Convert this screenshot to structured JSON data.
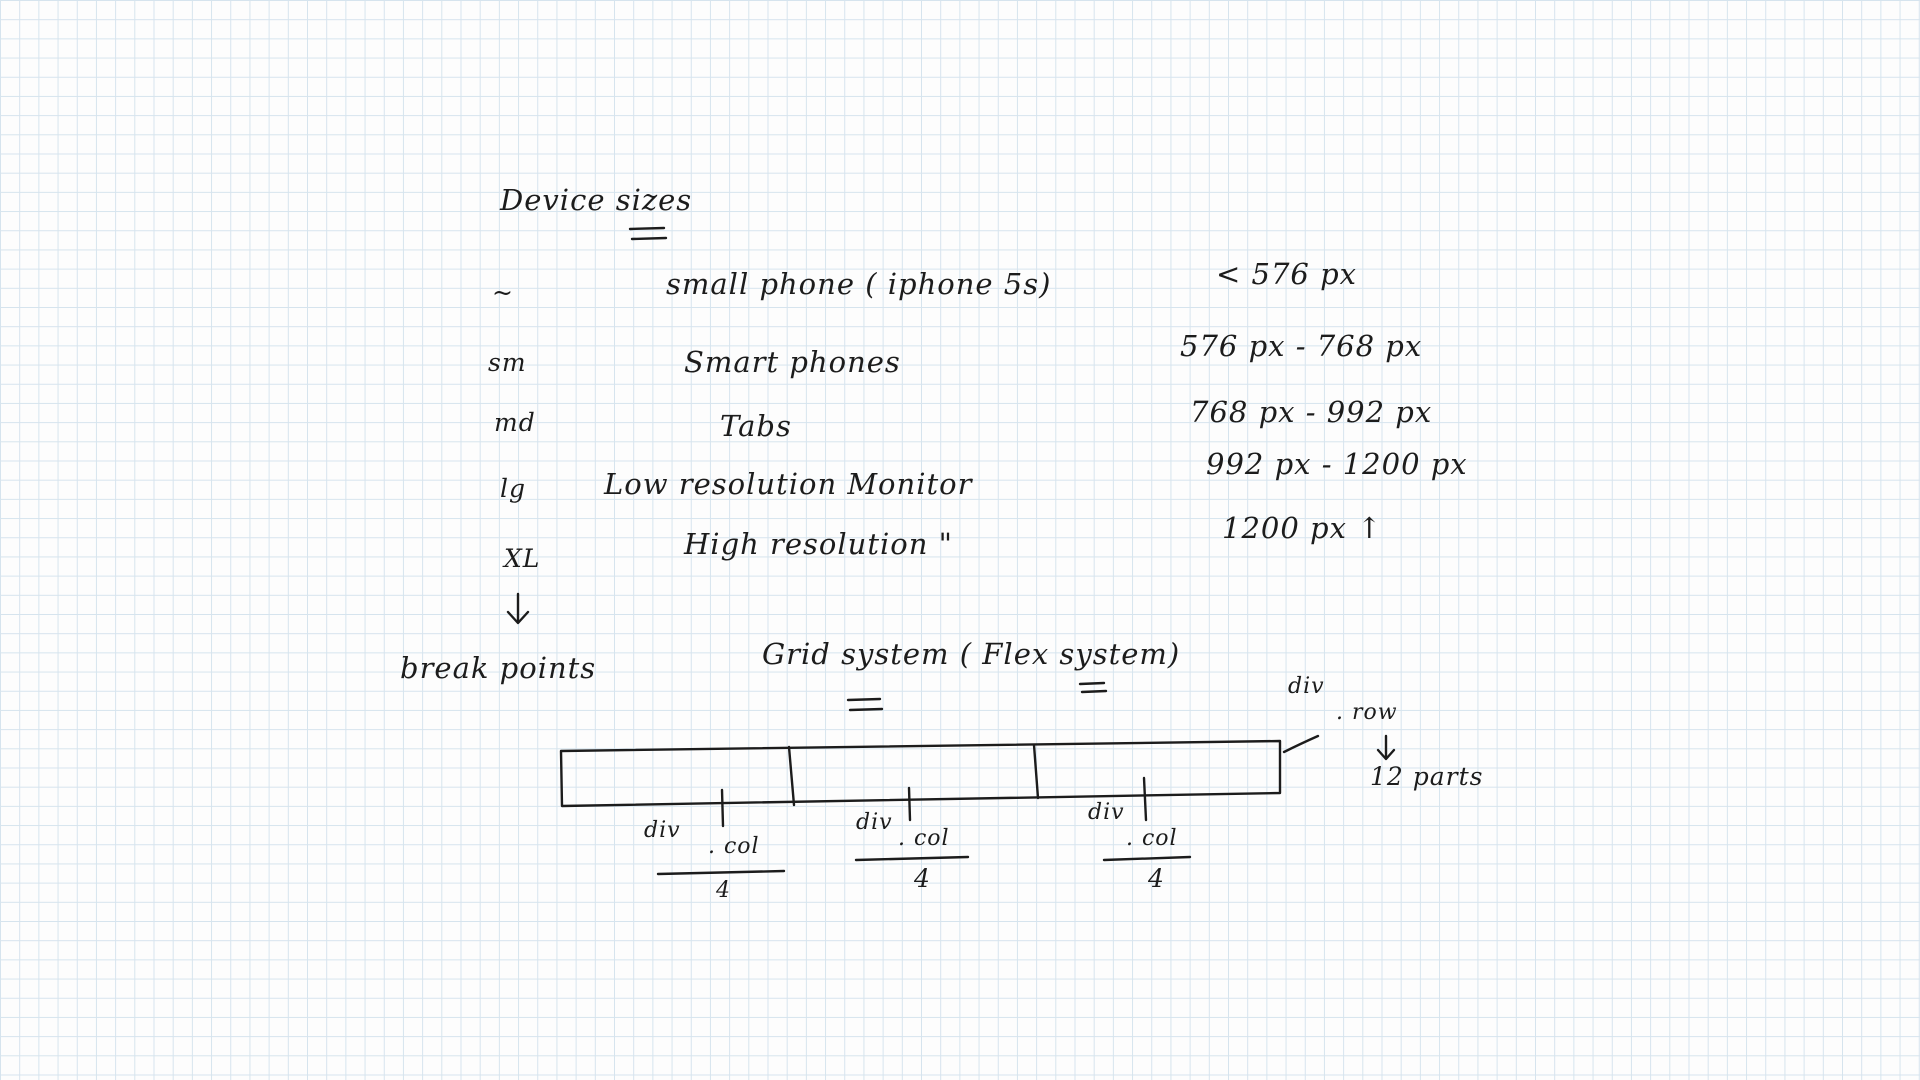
{
  "heading": "Device sizes",
  "breakpoints": [
    {
      "class": "~",
      "device": "small phone ( iphone 5s)",
      "range": "< 576 px"
    },
    {
      "class": "sm",
      "device": "Smart phones",
      "range": "576 px - 768 px"
    },
    {
      "class": "md",
      "device": "Tabs",
      "range": "768 px - 992 px"
    },
    {
      "class": "lg",
      "device": "Low resolution Monitor",
      "range": "992 px - 1200 px"
    },
    {
      "class": "XL",
      "device": "High resolution \"",
      "range": "1200 px ↑"
    }
  ],
  "breakpoints_label": "break points",
  "grid_title": "Grid system ( Flex system)",
  "row_note": {
    "div": "div",
    "row": ". row",
    "parts": "12 parts"
  },
  "columns": [
    {
      "div": "div",
      "class": ". col",
      "span": "4"
    },
    {
      "div": "div",
      "class": ". col",
      "span": "4"
    },
    {
      "div": "div",
      "class": ". col",
      "span": "4"
    }
  ]
}
